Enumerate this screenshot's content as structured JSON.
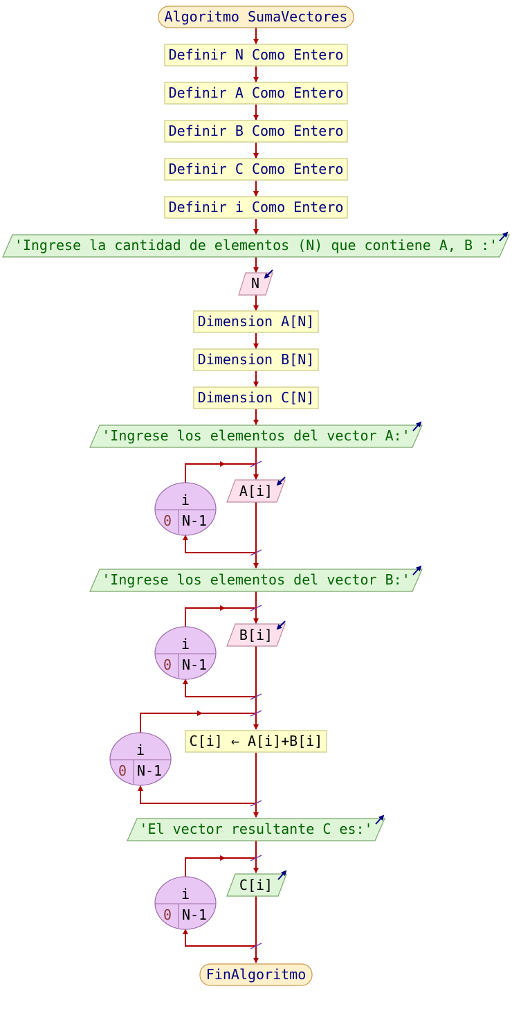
{
  "start_label": "Algoritmo SumaVectores",
  "end_label": "FinAlgoritmo",
  "definitions": [
    "Definir N Como Entero",
    "Definir A Como Entero",
    "Definir B Como Entero",
    "Definir C Como Entero",
    "Definir i Como Entero"
  ],
  "prompt_n": "'Ingrese la cantidad de elementos (N) que contiene A, B :'",
  "read_n": "N",
  "dimensions": [
    "Dimension A[N]",
    "Dimension B[N]",
    "Dimension C[N]"
  ],
  "prompt_a": "'Ingrese los elementos del vector A:'",
  "read_a": "A[i]",
  "prompt_b": "'Ingrese los elementos del vector B:'",
  "read_b": "B[i]",
  "assign_c": "C[i] ← A[i]+B[i]",
  "prompt_result": "'El vector resultante C es:'",
  "write_c": "C[i]",
  "loop": {
    "var": "i",
    "start": "0",
    "end": "N-1"
  },
  "colors": {
    "arrow": "#b00000",
    "process_fill": "#ffffcc",
    "process_stroke": "#c8c880",
    "output_fill": "#dff5d8",
    "output_stroke": "#7aa86a",
    "input_fill": "#fde0ec",
    "input_stroke": "#c08aa0",
    "terminal_fill": "#fff0cc",
    "terminal_stroke": "#c89a50",
    "loop_fill": "#e9c7f5",
    "loop_stroke": "#9a6aa8",
    "io_arrow": "#000080"
  }
}
